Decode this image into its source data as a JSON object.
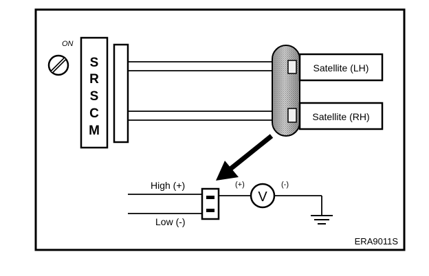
{
  "ignition": {
    "state_label": "ON"
  },
  "srscm": {
    "letters": [
      "S",
      "R",
      "S",
      "C",
      "M"
    ]
  },
  "satellites": [
    {
      "label": "Satellite (LH)"
    },
    {
      "label": "Satellite (RH)"
    }
  ],
  "measurement": {
    "high_label": "High (+)",
    "low_label": "Low (-)",
    "plus_label": "(+)",
    "minus_label": "(-)",
    "meter_symbol": "V"
  },
  "figure_code": "ERA9011S"
}
